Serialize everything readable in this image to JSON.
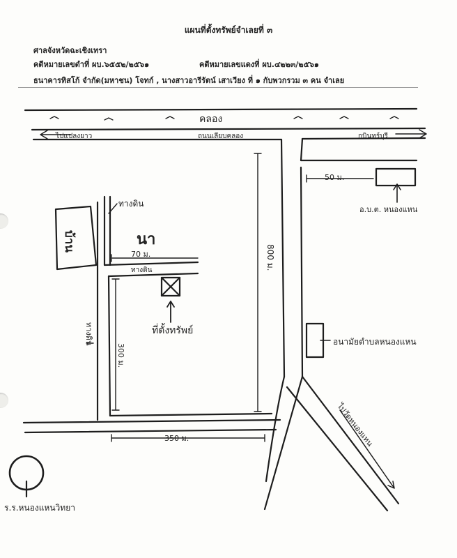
{
  "header": {
    "title": "แผนที่ตั้งทรัพย์จำเลยที่ ๓",
    "court": "ศาลจังหวัดฉะเชิงเทรา",
    "black_case": "คดีหมายเลขดำที่ ผบ.๖๕๕๒/๒๕๖๑",
    "red_case": "คดีหมายเลขแดงที่ ผบ.๔๒๒๓/๒๕๖๑",
    "parties": "ธนาคารทิสโก้ จำกัด(มหาชน) โจทก์ , นางสาวอารีรัตน์ เสาเวียง ที่ ๑ กับพวกรวม ๓ คน จำเลย"
  },
  "map": {
    "canal": "คลอง",
    "road_along_canal": "ถนนเลียบคลอง",
    "to_left": "ไปแปลงยาว",
    "to_right": "กบินทร์บุรี",
    "dirt_road_top": "ทางดิน",
    "dirt_road_mid": "ทางดิน",
    "dirt_road_left": "ทางดิน",
    "house": "บ้าน",
    "rice_field": "นา",
    "dist_70": "70 ม.",
    "dist_50": "50 ม.",
    "dist_300": "300 ม.",
    "dist_800": "800 ม.",
    "dist_350": "350 ม.",
    "property_label": "ที่ตั้งทรัพย์",
    "district_office": "อ.บ.ต. หนองแหน",
    "health_center": "อนามัยตำบลหนองแหน",
    "to_temple": "ไปวัดหนองแหน",
    "school": "ร.ร.หนองแหนวิทยา"
  }
}
